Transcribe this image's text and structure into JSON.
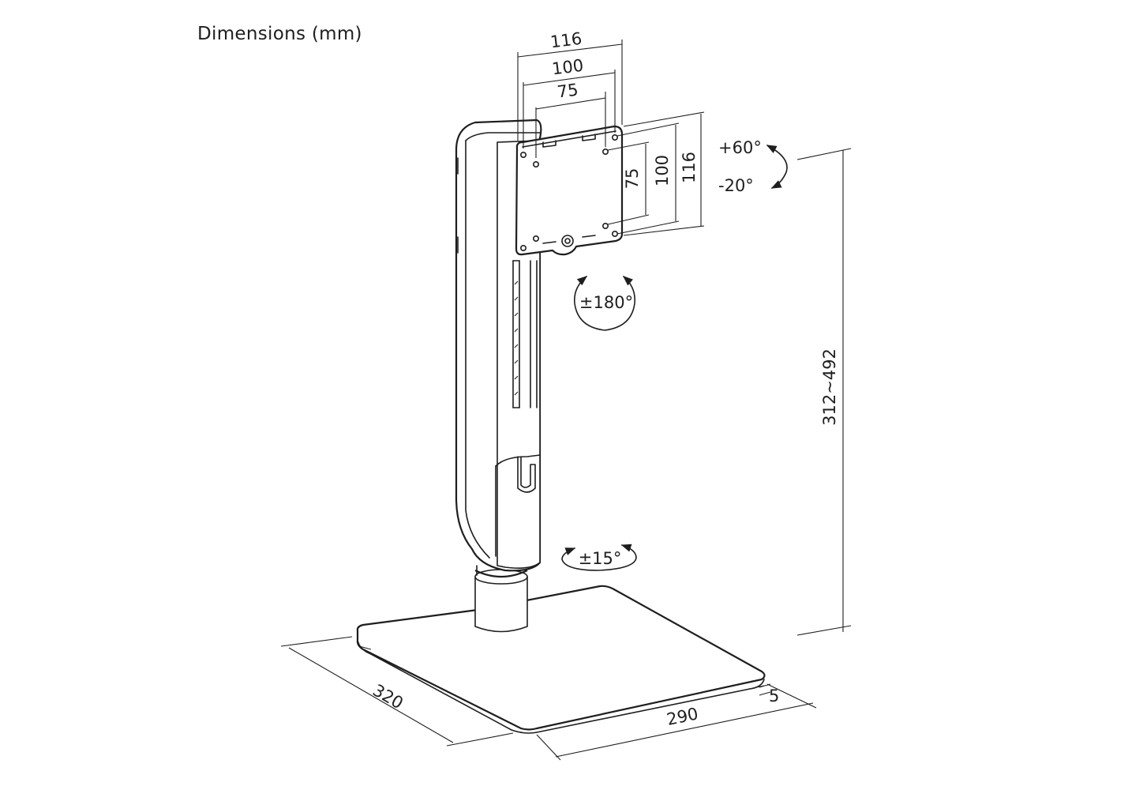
{
  "title": "Dimensions (mm)",
  "vesa_width_dims": [
    "116",
    "100",
    "75"
  ],
  "vesa_height_dims": [
    "75",
    "100",
    "116"
  ],
  "tilt": {
    "up": "+60°",
    "down": "-20°"
  },
  "rotation": "±180°",
  "swivel": "±15°",
  "height_range": "312~492",
  "base": {
    "depth": "320",
    "width": "290",
    "thickness": "5"
  },
  "colors": {
    "line": "#1e1e1e",
    "background": "#ffffff"
  }
}
